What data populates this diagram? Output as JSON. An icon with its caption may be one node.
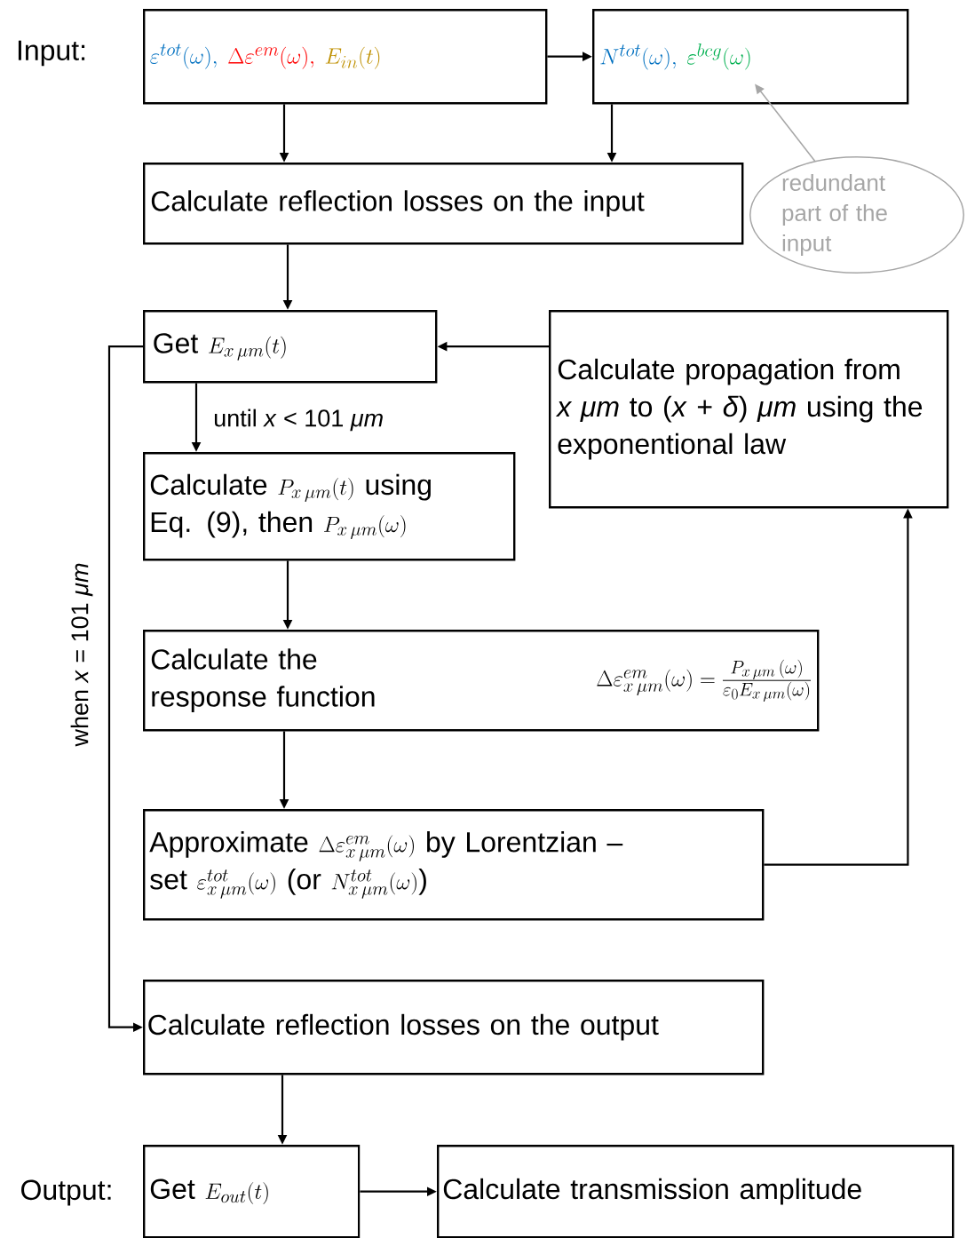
{
  "diagram": {
    "nodes": [
      {
        "text": [
          "\\varepsilon^{tot}(\\omega),",
          "\\Delta\\varepsilon^{em}(\\omega),",
          "E_{in}(t)"
        ]
      },
      {
        "text": [
          "N^{tot}(\\omega),",
          "\\varepsilon^{bcg}(\\omega)"
        ]
      },
      {
        "text": [
          "Calculate reflection losses on the input"
        ]
      },
      {
        "text": [
          "redundant part of the input"
        ]
      },
      {
        "text": [
          "\\text{Get } E_{x\\,\\mu m}(t)"
        ]
      },
      {
        "text": [
          "\\text{Calculate } P_{x\\,\\mu m}(t)\\text{ using}",
          "\\text{Eq. (9), then } P_{x\\,\\mu m}(\\omega)"
        ]
      },
      {
        "text": [
          "Calculate propagation from *x μm* to (*x* + *δ*) *μm* using the exponentional law"
        ]
      },
      {
        "text": [
          "Calculate the response function",
          "\\Delta\\varepsilon^{em}_{x\\,\\mu m}(\\omega) = \\frac{P_{x\\,\\mu m}\\,(\\omega)}{\\varepsilon_0 E_{x\\,\\mu m}(\\omega)}"
        ]
      },
      {
        "text": [
          "\\text{Approximate } \\Delta\\varepsilon^{em}_{x\\,\\mu m}(\\omega)\\text{ by Lorentzian --}",
          "\\text{set } \\varepsilon^{tot}_{x\\,\\mu m}(\\omega)\\text{ (or }N^{tot}_{x\\,\\mu m}(\\omega)\\text{)}"
        ]
      },
      {
        "text": [
          "Calculate reflection losses on the output"
        ]
      },
      {
        "text": [
          "\\text{Get } E_{out}(t)"
        ]
      },
      {
        "text": [
          "Calculate transmission amplitude"
        ]
      }
    ],
    "edges": [
      {
        "from": 0,
        "to": 1,
        "arrow": "to"
      },
      {
        "from": 0,
        "to": 2,
        "arrow": "to"
      },
      {
        "from": 1,
        "to": 2,
        "arrow": "to"
      },
      {
        "from": 3,
        "to": 1,
        "arrow": "to",
        "color": "#a6a6a6"
      },
      {
        "from": 2,
        "to": 4,
        "arrow": "to"
      },
      {
        "from": 4,
        "to": 5,
        "arrow": "to",
        "label": "until *x* < 101 *μm*"
      },
      {
        "from": 5,
        "to": 7,
        "arrow": "to"
      },
      {
        "from": 7,
        "to": 8,
        "arrow": "to"
      },
      {
        "from": 8,
        "to": 6,
        "arrow": "to"
      },
      {
        "from": 6,
        "to": 4,
        "arrow": "to"
      },
      {
        "from": 4,
        "to": 9,
        "arrow": "to",
        "label": "when *x* = 101 *μm*"
      },
      {
        "from": 9,
        "to": 10,
        "arrow": "to"
      },
      {
        "from": 10,
        "to": 11,
        "arrow": "to"
      }
    ],
    "labels": [
      "Input:",
      "Output:"
    ]
  }
}
